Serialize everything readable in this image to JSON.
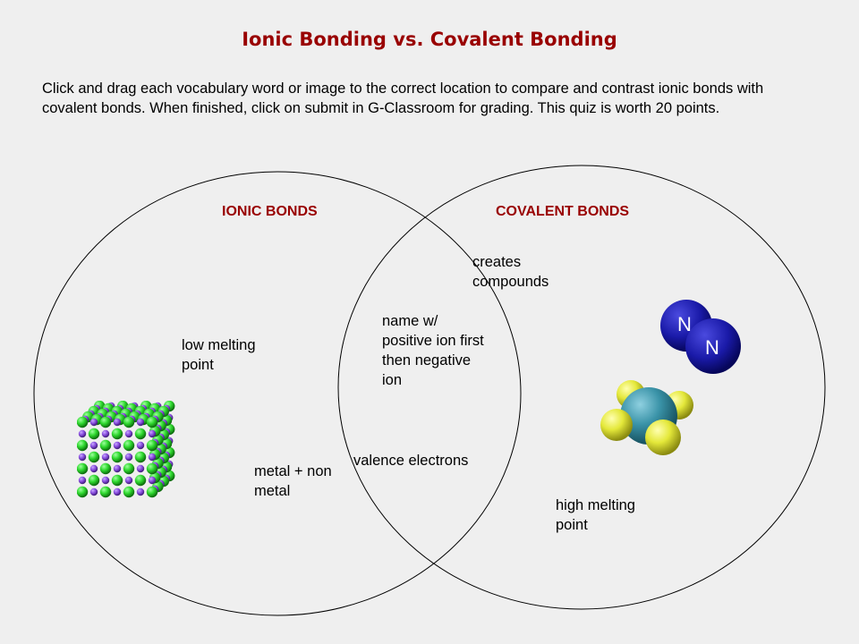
{
  "title": "Ionic Bonding vs. Covalent Bonding",
  "instructions": "Click and drag each vocabulary word or image to the correct location to compare and contrast ionic bonds with covalent bonds.  When finished, click on submit in G-Classroom for grading.  This quiz is worth 20 points.",
  "venn": {
    "left_heading": "IONIC BONDS",
    "right_heading": "COVALENT BONDS"
  },
  "cards": {
    "creates_compounds": [
      "creates",
      "compounds"
    ],
    "name_rule": [
      "name w/",
      "positive ion first",
      "then negative",
      "ion"
    ],
    "low_melting": [
      "low melting",
      "point"
    ],
    "metal_nonmetal": [
      "metal + non",
      "metal"
    ],
    "valence": "valence electrons",
    "high_melting": [
      "high melting",
      "point"
    ]
  },
  "images": {
    "nitrogen": {
      "atom1": "N",
      "atom2": "N",
      "icon": "nitrogen-molecule-icon"
    },
    "sf4": {
      "icon": "sf4-molecule-icon"
    },
    "lattice": {
      "icon": "ionic-lattice-icon"
    }
  },
  "colors": {
    "title": "#990000",
    "heading": "#990000",
    "background": "#efefef"
  }
}
